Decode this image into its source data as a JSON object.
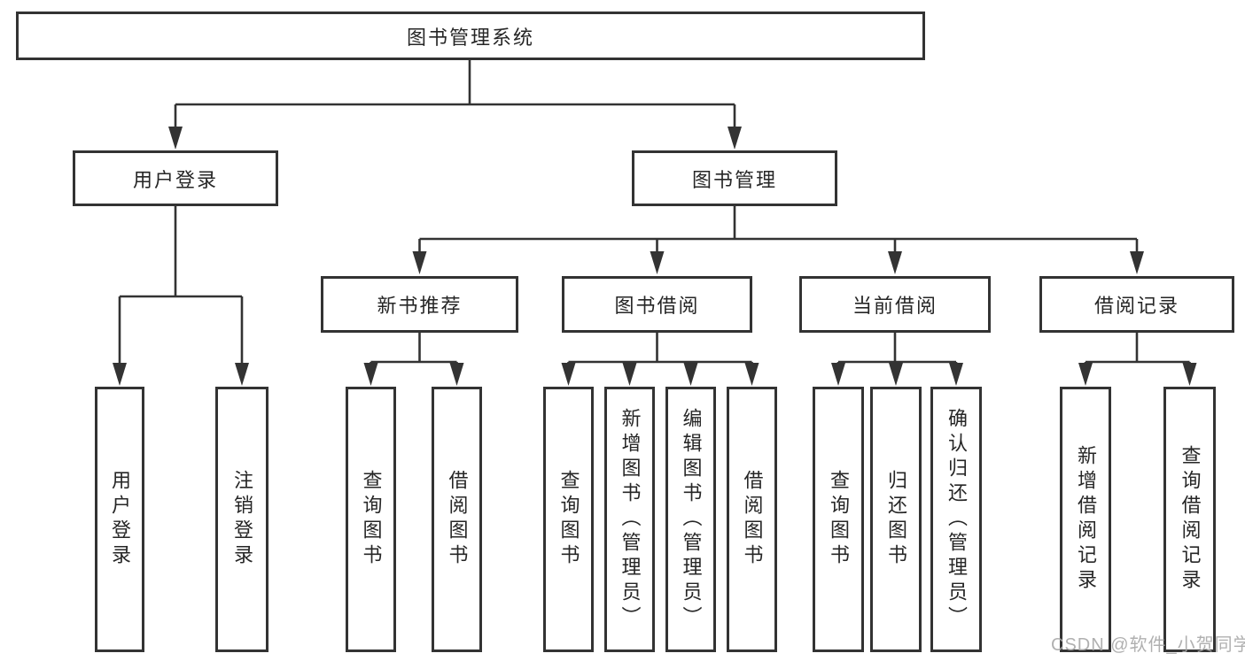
{
  "tree": {
    "root": {
      "label": "图书管理系统"
    },
    "branches": [
      {
        "label": "用户登录",
        "children": [
          {
            "label": "用户登录"
          },
          {
            "label": "注销登录"
          }
        ]
      },
      {
        "label": "图书管理",
        "children": [
          {
            "label": "新书推荐",
            "children": [
              {
                "label": "查询图书"
              },
              {
                "label": "借阅图书"
              }
            ]
          },
          {
            "label": "图书借阅",
            "children": [
              {
                "label": "查询图书"
              },
              {
                "label": "新增图书（管理员）"
              },
              {
                "label": "编辑图书（管理员）"
              },
              {
                "label": "借阅图书"
              }
            ]
          },
          {
            "label": "当前借阅",
            "children": [
              {
                "label": "查询图书"
              },
              {
                "label": "归还图书"
              },
              {
                "label": "确认归还（管理员）"
              }
            ]
          },
          {
            "label": "借阅记录",
            "children": [
              {
                "label": "新增借阅记录"
              },
              {
                "label": "查询借阅记录"
              }
            ]
          }
        ]
      }
    ]
  },
  "watermark": {
    "text": "CSDN @软件_小贺同学"
  },
  "colors": {
    "line": "#333333",
    "border": "#333333",
    "text": "#262626",
    "background": "#ffffff",
    "watermark": "#a8a8a8"
  }
}
